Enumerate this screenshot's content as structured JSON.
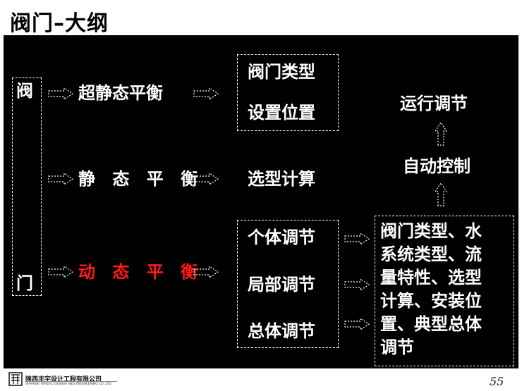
{
  "title": "阀门–大纲",
  "root": {
    "char_top": "阀",
    "char_bottom": "门"
  },
  "rows": {
    "super_static": "超静态平衡",
    "static": "静 态 平 衡",
    "dynamic": "动 态 平 衡"
  },
  "middle": {
    "box1_line1": "阀门类型",
    "box1_line2": "设置位置",
    "selection_calc": "选型计算",
    "individual": "个体调节",
    "local": "局部调节",
    "overall": "总体调节"
  },
  "right": {
    "operation": "运行调节",
    "auto_control": "自动控制",
    "detail_lines": [
      "阀门类型、水",
      "系统类型、流",
      "量特性、选型",
      "计算、安装位",
      "置、典型总体",
      "调节"
    ]
  },
  "footer": {
    "company": "陕西丰宇设计工程有限公司",
    "company_en": "SHAANXI FENGYU DESIGN AND ENGINEERING CO.,LTD",
    "page_number": "55"
  },
  "colors": {
    "panel": "#000000",
    "text": "#ffffff",
    "highlight": "#ff1a1a"
  }
}
